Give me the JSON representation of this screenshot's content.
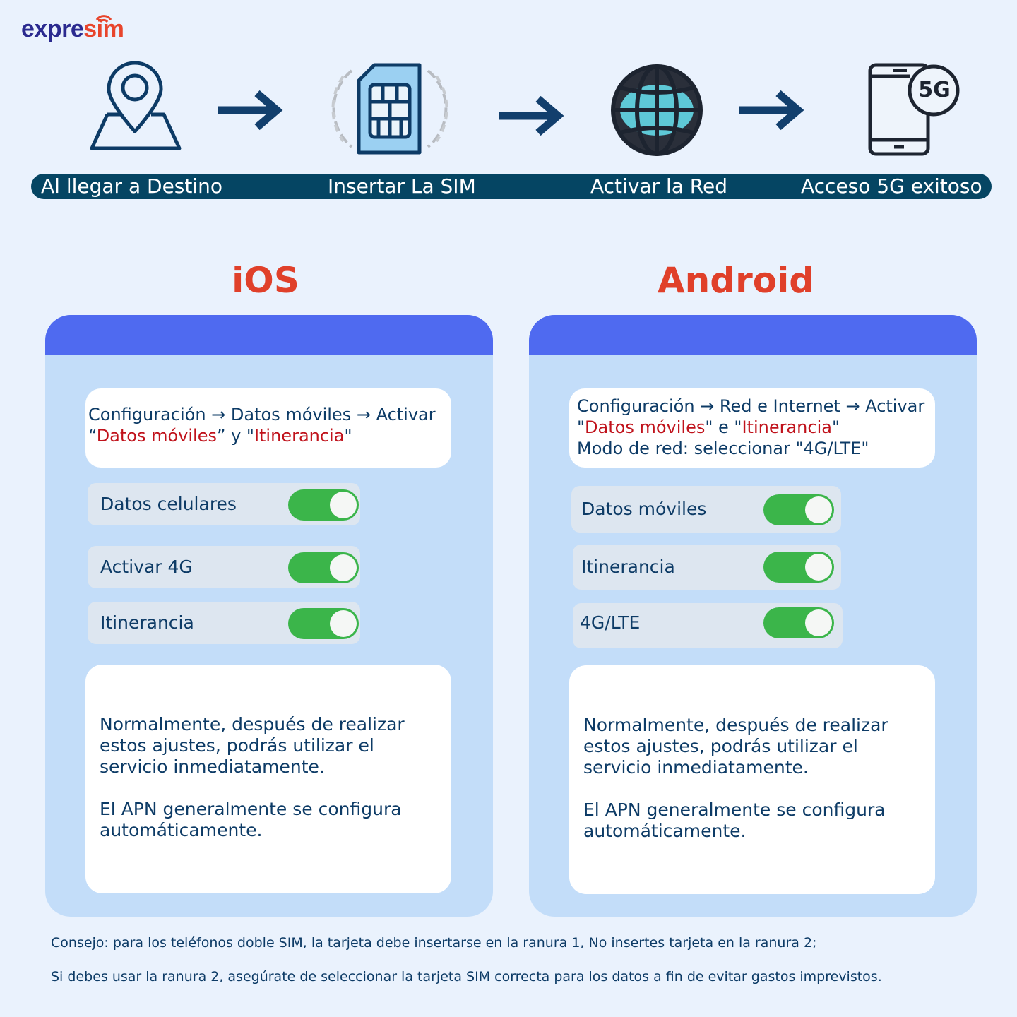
{
  "brand": {
    "part1": "expre",
    "part2": "sim",
    "colors": {
      "dark": "#2b2a8f",
      "accent": "#e8452c"
    }
  },
  "steps": [
    {
      "icon": "map-pin-icon",
      "label": "Al llegar a Destino"
    },
    {
      "icon": "sim-card-icon",
      "label": "Insertar La SIM"
    },
    {
      "icon": "globe-icon",
      "label": "Activar la Red"
    },
    {
      "icon": "phone-5g-icon",
      "label": "Acceso 5G exitoso",
      "badge": "5G"
    }
  ],
  "ios": {
    "title": "iOS",
    "instr": {
      "l1": "Configuración → Datos móviles → Activar",
      "q_open": "“",
      "hl1": "Datos móviles",
      "mid": "” y \"",
      "hl2": "Itinerancia",
      "q_close": "\""
    },
    "toggles": [
      {
        "label": "Datos celulares",
        "on": true
      },
      {
        "label": "Activar 4G",
        "on": true
      },
      {
        "label": "Itinerancia",
        "on": true
      }
    ],
    "note": {
      "p1": "Normalmente, después de realizar estos ajustes, podrás utilizar el servicio inmediatamente.",
      "p2": "El APN generalmente se configura automáticamente."
    }
  },
  "android": {
    "title": "Android",
    "instr": {
      "l1": "Configuración → Red e Internet → Activar",
      "q_open": "\"",
      "hl1": "Datos móviles",
      "mid": "\" e \"",
      "hl2": "Itinerancia",
      "q_close": "\"",
      "l3": "Modo de red: seleccionar \"4G/LTE\""
    },
    "toggles": [
      {
        "label": "Datos móviles",
        "on": true
      },
      {
        "label": "Itinerancia",
        "on": true
      },
      {
        "label": "4G/LTE",
        "on": true
      }
    ],
    "note": {
      "p1": "Normalmente, después de realizar estos ajustes, podrás utilizar el servicio inmediatamente.",
      "p2": "El APN generalmente se configura automáticamente."
    }
  },
  "tips": {
    "line1": "Consejo: para los teléfonos doble SIM, la tarjeta debe insertarse en la ranura 1, No insertes tarjeta en la ranura 2;",
    "line2": "Si debes usar la ranura 2, asegúrate de seleccionar la tarjeta SIM correcta para los datos a fin de evitar gastos imprevistos."
  },
  "theme": {
    "banner": "#054563",
    "panel": "#c3ddf9",
    "panel_header": "#4f6af0",
    "title_red": "#e0402a",
    "highlight_red": "#c0121b",
    "toggle_green": "#3bb54a"
  }
}
